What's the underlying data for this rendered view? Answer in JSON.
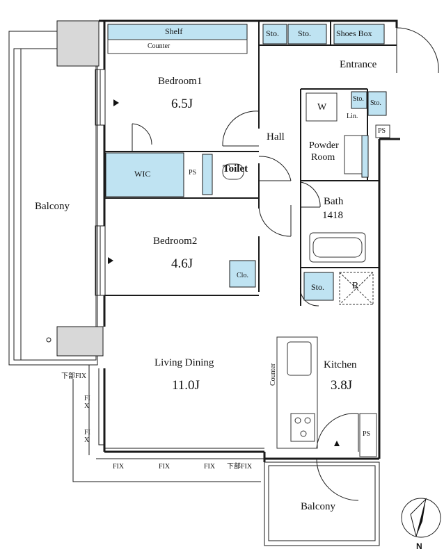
{
  "rooms": {
    "bedroom1": {
      "name": "Bedroom1",
      "size": "6.5J"
    },
    "bedroom2": {
      "name": "Bedroom2",
      "size": "4.6J"
    },
    "living_dining": {
      "name": "Living Dining",
      "size": "11.0J"
    },
    "kitchen": {
      "name": "Kitchen",
      "size": "3.8J"
    },
    "bath": {
      "name": "Bath",
      "size": "1418"
    },
    "powder_room": {
      "line1": "Powder",
      "line2": "Room"
    },
    "hall": "Hall",
    "entrance": "Entrance",
    "toilet": "Toilet",
    "balcony_west": "Balcony",
    "balcony_south": "Balcony"
  },
  "storage": {
    "shelf": "Shelf",
    "counter_top": "Counter",
    "counter_kitchen": "Counter",
    "sto_1": "Sto.",
    "sto_2": "Sto.",
    "shoes_box": "Shoes Box",
    "sto_3": "Sto.",
    "sto_4": "Sto.",
    "sto_5": "Sto.",
    "lin": "Lin.",
    "wic": "WIC",
    "clo": "Clo.",
    "washer": "W",
    "refrigerator": "R"
  },
  "shafts": {
    "ps_entrance": "PS",
    "ps_wic": "PS",
    "ps_kitchen": "PS"
  },
  "fixed_windows": {
    "kabu_fix_west": "下部FIX",
    "fix_v1": "FIX",
    "fix_v2": "FIX",
    "fix_b1": "FIX",
    "fix_b2": "FIX",
    "fix_b3": "FIX",
    "kabu_fix_south": "下部FIX"
  },
  "compass": {
    "label": "N"
  },
  "colors": {
    "storage_fill": "#bfe3f2",
    "wall": "#1a1a1a",
    "fixture_line": "#333333"
  }
}
